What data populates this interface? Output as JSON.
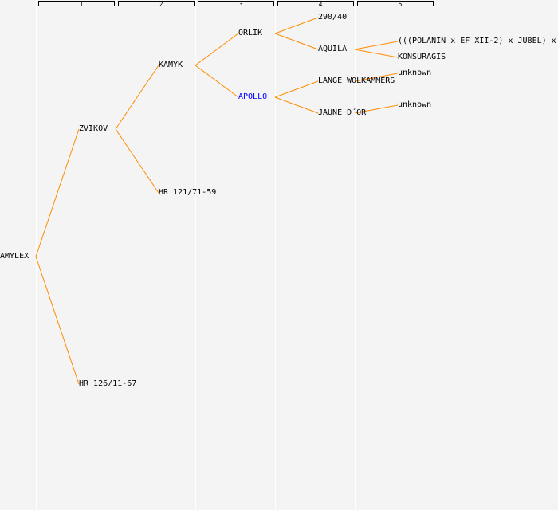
{
  "generation_headers": [
    "1",
    "2",
    "3",
    "4",
    "5"
  ],
  "line_color": "#ff8c00",
  "highlight_color": "#0000ff",
  "nodes": {
    "amylex": "AMYLEX",
    "zvikov": "ZVIKOV",
    "hr126": "HR 126/11-67",
    "kamyk": "KAMYK",
    "hr121": "HR 121/71-59",
    "orlik": "ORLIK",
    "apollo": "APOLLO",
    "n290": "290/40",
    "aquila": "AQUILA",
    "lange": "LANGE WOLKAMMERS",
    "jaune": "JAUNE D´OR",
    "polanin": "(((POLANIN x EF XII-2) x JUBEL) x",
    "konsuragis": "KONSURAGIS",
    "unknown1": "unknown",
    "unknown2": "unknown"
  }
}
